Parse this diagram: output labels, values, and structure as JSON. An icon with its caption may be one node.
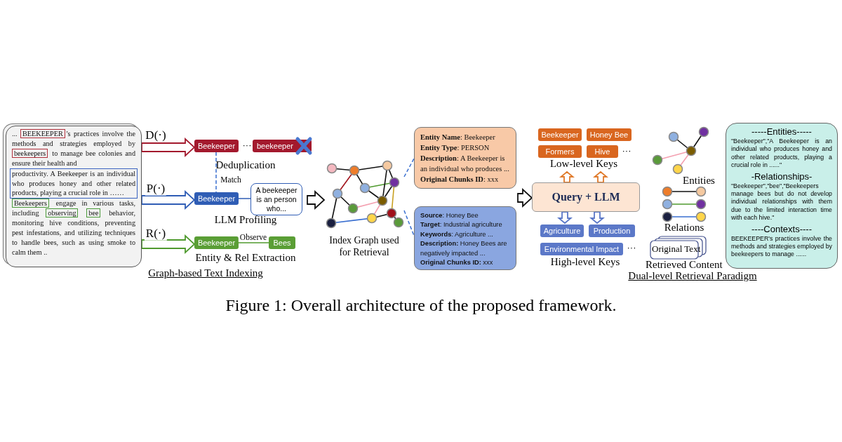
{
  "diagram": {
    "caption": "Figure 1: Overall architecture of the proposed framework.",
    "nodes": [
      {
        "text": [
          "...",
          "BEEKEEPER",
          "'s practices involve the methods and strategies employed by",
          "beekeepers",
          "to manage bee colonies and ensure their health and",
          "productivity. A Beekeeper is an individual who produces honey and other related products, playing a crucial role in ……",
          "Beekeepers",
          "engage in various tasks, including",
          "observing",
          "bee",
          "behavior, monitoring hive conditions, preventing pest infestations, and utilizing techniques to handle bees, such as using smoke to calm them .."
        ]
      },
      {
        "text": [
          "Beekeeper"
        ]
      },
      {
        "text": [
          "beekeeper"
        ]
      },
      {
        "text": [
          "Beekeeper"
        ]
      },
      {
        "text": [
          "A beekeeper is an person who..."
        ]
      },
      {
        "text": [
          "Beekeeper"
        ]
      },
      {
        "text": [
          "Bees"
        ]
      },
      {
        "text": [],
        "shape": "picture",
        "beside": [
          "Index Graph used for Retrieval"
        ]
      },
      {
        "text": [
          "**Entity Name**:  Beekeeper",
          "**Entity Type**: PERSON",
          "**Description**: A Beekeeper is an individual who produces ...",
          "**Original Chunks ID**: xxx"
        ]
      },
      {
        "text": [
          "**Source**: Honey Bee",
          "**Target**: Industrial agriculture",
          "**Keywords**: Agriculture ...",
          "**Description:** Honey Bees are negatively impacted ...",
          "**Original Chunks ID:** xxx"
        ]
      },
      {
        "text": [
          "Query + LLM"
        ]
      },
      {
        "text": [
          "Beekeeper"
        ]
      },
      {
        "text": [
          "Honey Bee"
        ]
      },
      {
        "text": [
          "Formers"
        ]
      },
      {
        "text": [
          "Hive"
        ]
      },
      {
        "text": [
          "Agriculture"
        ]
      },
      {
        "text": [
          "Production"
        ]
      },
      {
        "text": [
          "Environmental Impact"
        ]
      },
      {
        "text": [],
        "shape": "picture",
        "beside": [
          "Entities"
        ]
      },
      {
        "text": [],
        "shape": "picture",
        "beside": [
          "Relations"
        ]
      },
      {
        "text": [
          "Original Text"
        ]
      },
      {
        "text": [
          "-----Entities-----",
          "\"Beekeeper\",\"A Beekeeper is an individual who produces honey and other related products, playing a crucial role in ......\"",
          "-Relationships-",
          "\"Beekeeper\",\"bee\",\"Beekeepers manage bees but do not develop individual relationships with them due to the limited interaction time with each hive.\"",
          "----Contexts----",
          "BEEKEEPER's practices involve the methods and strategies employed by beekeepers to manage ......"
        ]
      }
    ],
    "edges": [
      {
        "from": 0,
        "to": 1,
        "arrow": "to",
        "label": "D(·)",
        "style": "thick",
        "color": "#a3192d"
      },
      {
        "from": 0,
        "to": 3,
        "arrow": "to",
        "label": "P(·)",
        "style": "thick",
        "color": "#2f5db5"
      },
      {
        "from": 0,
        "to": 5,
        "arrow": "to",
        "label": "R(·)",
        "style": "thick",
        "color": "#4f9a2e"
      },
      {
        "from": 1,
        "to": 3,
        "arrow": "none",
        "label": "Match",
        "style": "dashed",
        "color": "#3a6fd0"
      },
      {
        "from": 3,
        "to": 4,
        "arrow": "none",
        "color": "#2f5db5"
      },
      {
        "from": 5,
        "to": 6,
        "arrow": "none",
        "label": "Observe",
        "color": "#4f9a2e"
      },
      {
        "from": null,
        "to": 7,
        "arrow": "to",
        "style": "thick"
      },
      {
        "from": 7,
        "to": 8,
        "arrow": "none",
        "style": "dashed",
        "color": "#3a6fd0"
      },
      {
        "from": 7,
        "to": 9,
        "arrow": "none",
        "style": "dashed",
        "color": "#3a6fd0"
      },
      {
        "from": null,
        "to": 10,
        "arrow": "to",
        "style": "thick"
      },
      {
        "from": 10,
        "to": null,
        "arrow": "to",
        "style": "thick",
        "color": "#e07b2c"
      },
      {
        "from": 10,
        "to": null,
        "arrow": "to",
        "style": "thick",
        "color": "#e07b2c"
      },
      {
        "from": 10,
        "to": null,
        "arrow": "to",
        "style": "thick",
        "color": "#5b78c8"
      },
      {
        "from": 10,
        "to": null,
        "arrow": "to",
        "style": "thick",
        "color": "#5b78c8"
      }
    ],
    "labels": [
      "···",
      "Deduplication",
      "LLM Profiling",
      "Entity & Rel Extraction",
      "Graph-based Text Indexing",
      "···",
      "Low-level Keys",
      "···",
      "High-level Keys",
      "Retrieved Content",
      "Dual-level Retrieval Paradigm"
    ]
  }
}
